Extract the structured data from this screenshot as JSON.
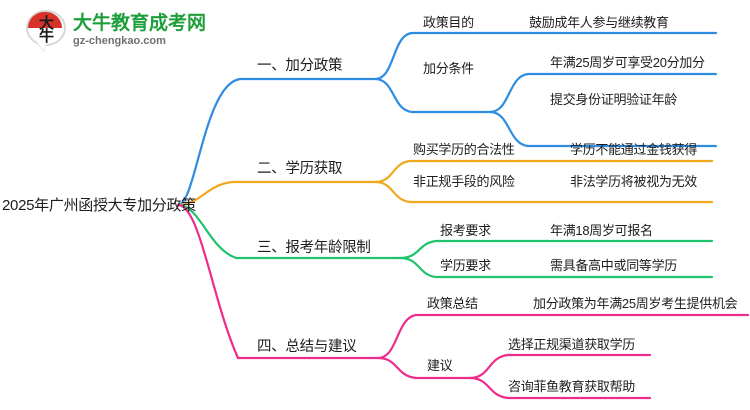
{
  "logo": {
    "mark_char_1": "大",
    "mark_char_2": "牛",
    "title": "大牛教育成考网",
    "subtitle": "gz-chengkao.com",
    "title_color": "#1f9f3c",
    "mark_color": "#d8332a"
  },
  "mindmap": {
    "root": {
      "label": "2025年广州函授大专加分政策"
    },
    "branches": [
      {
        "label": "一、加分政策",
        "color": "#2e8de0",
        "children": [
          {
            "label": "政策目的",
            "children": [
              {
                "label": "鼓励成年人参与继续教育"
              }
            ]
          },
          {
            "label": "加分条件",
            "children": [
              {
                "label": "年满25周岁可享受20分加分"
              },
              {
                "label": "提交身份证明验证年龄"
              }
            ]
          }
        ]
      },
      {
        "label": "二、学历获取",
        "color": "#f0a81e",
        "children": [
          {
            "label": "购买学历的合法性",
            "children": [
              {
                "label": "学历不能通过金钱获得"
              }
            ]
          },
          {
            "label": "非正规手段的风险",
            "children": [
              {
                "label": "非法学历将被视为无效"
              }
            ]
          }
        ]
      },
      {
        "label": "三、报考年龄限制",
        "color": "#1fc36b",
        "children": [
          {
            "label": "报考要求",
            "children": [
              {
                "label": "年满18周岁可报名"
              }
            ]
          },
          {
            "label": "学历要求",
            "children": [
              {
                "label": "需具备高中或同等学历"
              }
            ]
          }
        ]
      },
      {
        "label": "四、总结与建议",
        "color": "#ec2d8c",
        "children": [
          {
            "label": "政策总结",
            "children": [
              {
                "label": "加分政策为年满25周岁考生提供机会"
              }
            ]
          },
          {
            "label": "建议",
            "children": [
              {
                "label": "选择正规渠道获取学历"
              },
              {
                "label": "咨询菲鱼教育获取帮助"
              }
            ]
          }
        ]
      }
    ]
  }
}
